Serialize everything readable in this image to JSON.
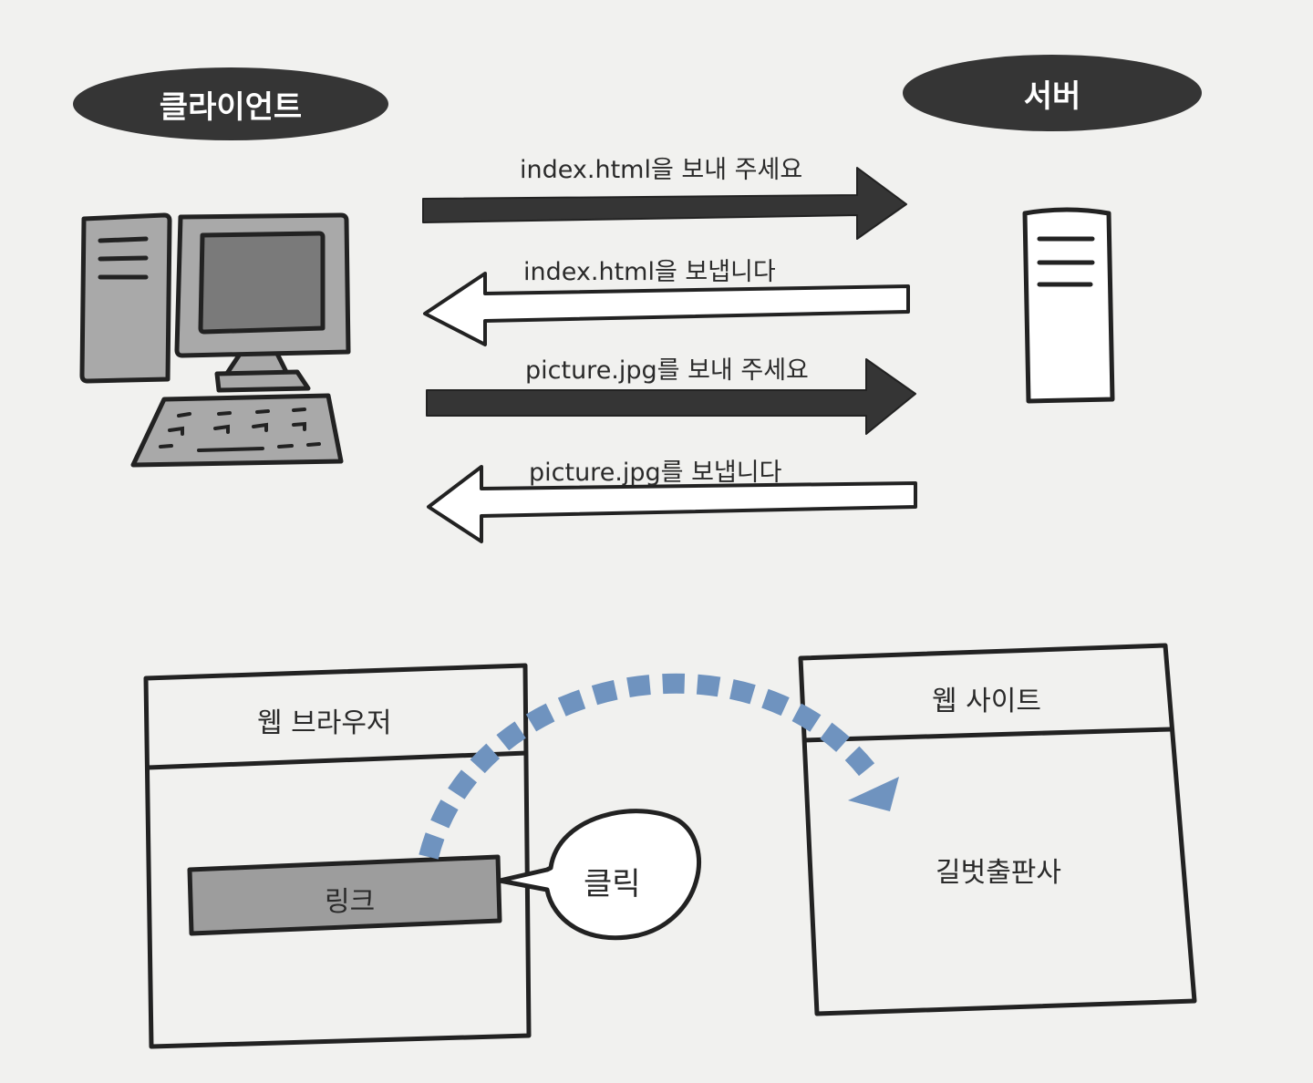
{
  "top": {
    "client_label": "클라이언트",
    "server_label": "서버",
    "messages": [
      {
        "text": "index.html을 보내 주세요",
        "direction": "to-server"
      },
      {
        "text": "index.html을 보냅니다",
        "direction": "to-client"
      },
      {
        "text": "picture.jpg를 보내 주세요",
        "direction": "to-server"
      },
      {
        "text": "picture.jpg를 보냅니다",
        "direction": "to-client"
      }
    ]
  },
  "bottom": {
    "browser_title": "웹 브라우저",
    "link_label": "링크",
    "click_label": "클릭",
    "site_title": "웹 사이트",
    "site_content": "길벗출판사"
  },
  "colors": {
    "pill": "#353535",
    "solid_arrow": "#353535",
    "dashed_arrow": "#6f93bf",
    "device_gray": "#a9a9a9",
    "screen_gray": "#7a7a7a",
    "link_gray": "#9d9d9d"
  }
}
